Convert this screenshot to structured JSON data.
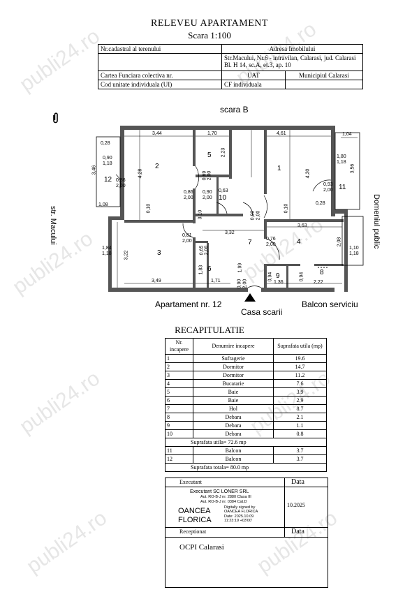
{
  "title": "RELEVEU APARTAMENT",
  "scale": "Scara  1:100",
  "header_table": {
    "r1c1": "Nr.cadastral al terenului",
    "r1c2": "Adresa Imobilului",
    "r2c2": "Str.Macului, Nr.6 - intravilan, Calarasi, jud. Calarasi Bl. H 14, sc.A, et.3, ap. 10",
    "r3c1": "Cartea Funciara colectiva nr.",
    "r3c2": "UAT",
    "r3c3": "Municipiul Calarasi",
    "r4c1": "Cod unitate individuala (UI)",
    "r4c2": "CF individuala"
  },
  "plan": {
    "top_label": "scara B",
    "left_label": "str. Macului",
    "right_label": "Domeniul public",
    "bottom_left": "Apartament nr. 12",
    "bottom_center": "Casa scarii",
    "bottom_right": "Balcon serviciu",
    "rooms": [
      "1",
      "2",
      "3",
      "4",
      "5",
      "6",
      "7",
      "8",
      "9",
      "10",
      "11",
      "12"
    ],
    "dims": {
      "d344": "3,44",
      "d170": "1,70",
      "d461": "4,61",
      "d104": "1,04",
      "d028a": "0,28",
      "d090a": "0,90",
      "d118a": "1,18",
      "d346": "3,46",
      "d086a": "0,86",
      "d200a": "2,00",
      "d428": "4,28",
      "d108": "1,08",
      "d223": "2,23",
      "d069": "0,69",
      "d200b": "2,00",
      "d086b": "0,86",
      "d200c": "2,00",
      "d090b": "0,90",
      "d200d": "2,00",
      "d063": "0,63",
      "d010a": "0,10",
      "d310": "3,10",
      "d430": "4,30",
      "d180": "1,80",
      "d118b": "1,18",
      "d356": "3,56",
      "d093": "0,93",
      "d200e": "2,00",
      "d028b": "0,28",
      "d010b": "0,10",
      "d090c": "0,90",
      "d200f": "2,00",
      "d332": "3,32",
      "d081": "0,81",
      "d200g": "2,00",
      "d363": "3,63",
      "d076": "0,76",
      "d200h": "2,00",
      "d208": "2,08",
      "d110": "1,10",
      "d118c": "1,18",
      "d184": "1,84",
      "d118d": "1,18",
      "d322": "3,22",
      "d065": "0,65",
      "d200i": "2,00",
      "d183": "1,83",
      "d199": "1,99",
      "d349": "3,49",
      "d171": "1,71",
      "d090d": "0,90",
      "d200j": "2,00",
      "d094a": "0,94",
      "d136": "1,36",
      "d094b": "0,94",
      "d222": "2,22"
    }
  },
  "recap": {
    "title": "RECAPITULATIE",
    "h_nr": "Nr. incapere",
    "h_name": "Denumire incapere",
    "h_area": "Suprafata utila (mp)",
    "rows": [
      {
        "nr": "1",
        "name": "Sufragerie",
        "area": "19.6"
      },
      {
        "nr": "2",
        "name": "Dormitor",
        "area": "14.7"
      },
      {
        "nr": "3",
        "name": "Dormitor",
        "area": "11.2"
      },
      {
        "nr": "4",
        "name": "Bucatarie",
        "area": "7.6"
      },
      {
        "nr": "5",
        "name": "Baie",
        "area": "3.9"
      },
      {
        "nr": "6",
        "name": "Baie",
        "area": "2.9"
      },
      {
        "nr": "7",
        "name": "Hol",
        "area": "8.7"
      },
      {
        "nr": "8",
        "name": "Debara",
        "area": "2.1"
      },
      {
        "nr": "9",
        "name": "Debara",
        "area": "1.1"
      },
      {
        "nr": "10",
        "name": "Debara",
        "area": "0.8"
      }
    ],
    "subtotal": "Suprafata utila= 72.6 mp",
    "balcony_rows": [
      {
        "nr": "11",
        "name": "Balcon",
        "area": "3.7"
      },
      {
        "nr": "12",
        "name": "Balcon",
        "area": "3.7"
      }
    ],
    "total": "Suprafata totala= 80.0 mp"
  },
  "signoff": {
    "executant": "Executant",
    "data1": "Data",
    "company": "Executant SC LONER SRL",
    "aut1": "Aut. RO-B-J nr. 2880  Clasa III",
    "aut2": "Aut. RO-B-J nr. 0384  Cat.D",
    "name1": "OANCEA",
    "name2": "FLORICA",
    "sig1": "Digitally signed by",
    "sig2": "OANCEA FLORICA",
    "sig3": "Date: 2025.10.09",
    "sig4": "11:23:19 +03'00'",
    "date": "10.2025",
    "receptionat": "Receptionat",
    "data2": "Data",
    "ocpi": "OCPI Calarasi"
  },
  "watermark": "publi24.ro"
}
